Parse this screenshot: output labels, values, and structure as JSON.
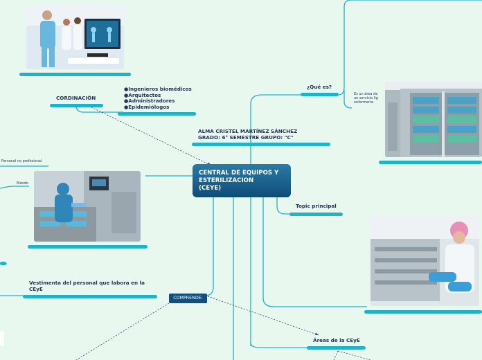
{
  "central_topic": "CENTRAL DE EQUIPOS Y\nESTERILIZACION\n(CEYE)",
  "nodes": {
    "author": "ALMA CRISTEL MARTÍNEZ SÁNCHEZ\nGRADO: 6° SEMESTRE GRUPO: \"C\"",
    "que_es": "¿Qué es?",
    "que_es_text": "Es un área de\nun servicio lig\nenfermeria.",
    "coordinacion": "CORDINACIÓN",
    "coordinacion_items": "●Ingenieros biomédicos\n●Arquitectos\n●Administradores\n●Epidemiólogos",
    "personal_no_profesional": "Personal no profesional",
    "mando": "Mando",
    "topic_principal": "Topic principal",
    "vestimenta": "Vestimenta del personal que labora en la\nCEyE",
    "comprende": "COMPRENDE:",
    "areas": "Áreas de la CEyE"
  },
  "colors": {
    "branch": "#20b2c6",
    "central": "#0f4d77",
    "background": "#e9f8ef",
    "text": "#24335a"
  }
}
